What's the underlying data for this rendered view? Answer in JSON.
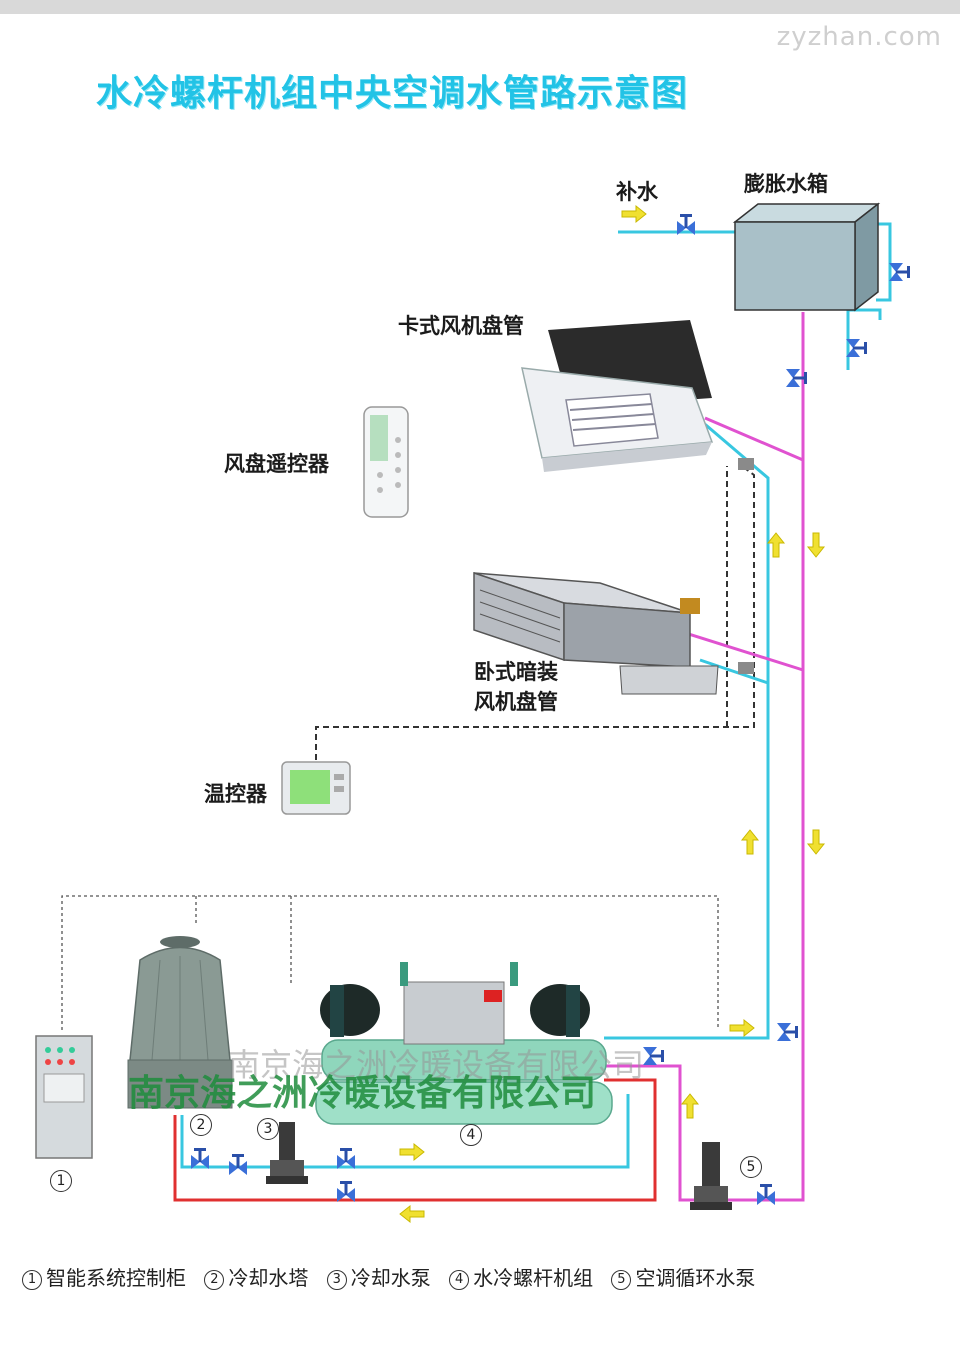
{
  "watermark_top": "zyzhan.com",
  "title": "水冷螺杆机组中央空调水管路示意图",
  "labels": {
    "makeup_water": "补水",
    "expansion_tank": "膨胀水箱",
    "cassette_fcu": "卡式风机盘管",
    "remote": "风盘遥控器",
    "ducted_fcu_line1": "卧式暗装",
    "ducted_fcu_line2": "风机盘管",
    "thermostat": "温控器"
  },
  "component_numbers": {
    "n1": "1",
    "n2": "2",
    "n3": "3",
    "n4": "4",
    "n5": "5"
  },
  "legend": [
    {
      "num": "1",
      "text": "智能系统控制柜"
    },
    {
      "num": "2",
      "text": "冷却水塔"
    },
    {
      "num": "3",
      "text": "冷却水泵"
    },
    {
      "num": "4",
      "text": "水冷螺杆机组"
    },
    {
      "num": "5",
      "text": "空调循环水泵"
    }
  ],
  "watermarks": {
    "gray": "南京海之洲冷暖设备有限公司",
    "green": "南京海之洲冷暖设备有限公司"
  },
  "colors": {
    "title": "#22c3e6",
    "supply_pipe": "#38c7e0",
    "return_pipe": "#e052d0",
    "cooling_hot_pipe": "#e03030",
    "cooling_cold_pipe": "#38c7e0",
    "flow_arrow": "#f0e030",
    "valve": "#3a6fd8",
    "chiller": "#9fe0c8",
    "tower": "#8a9a94"
  }
}
